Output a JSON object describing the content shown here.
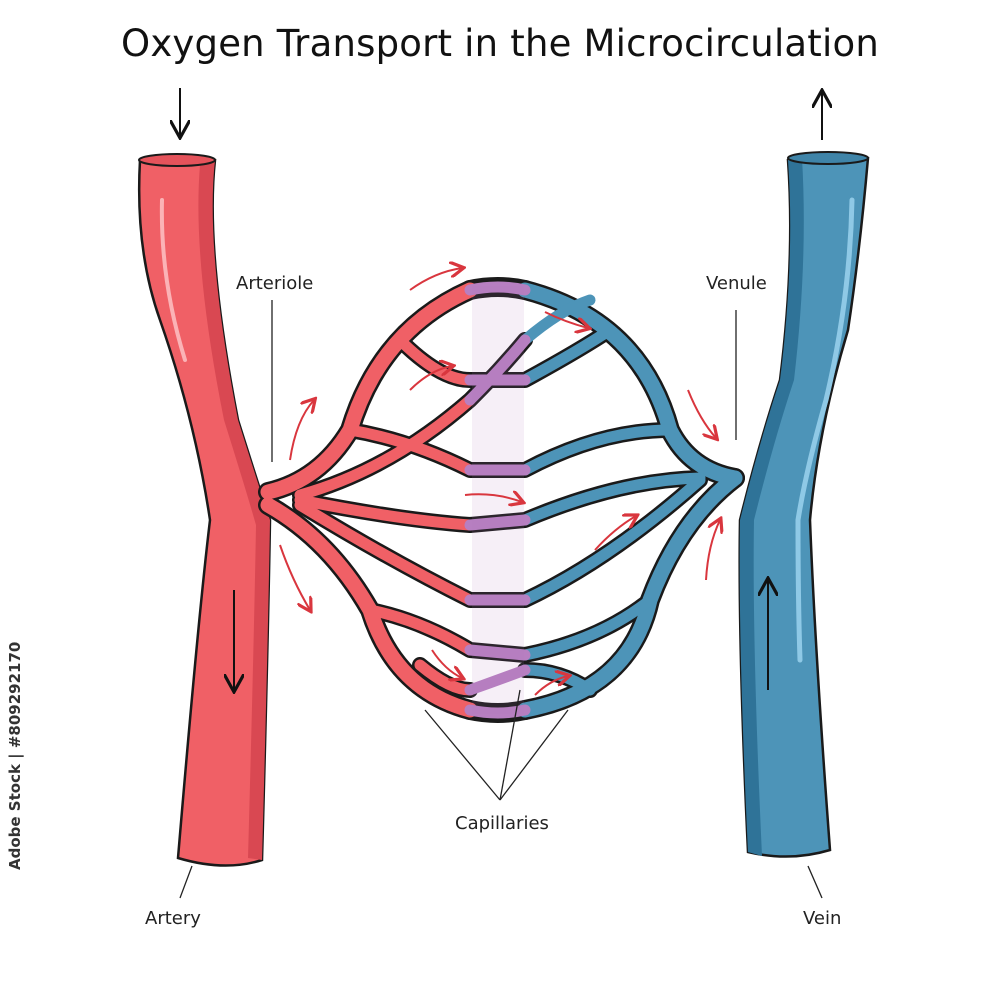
{
  "title": "Oxygen Transport in the Microcirculation",
  "labels": {
    "arteriole": "Arteriole",
    "venule": "Venule",
    "capillaries": "Capillaries",
    "artery": "Artery",
    "vein": "Vein"
  },
  "stock_id": "Adobe Stock | #809292170",
  "colors": {
    "arterial": "#f06066",
    "arterial_dark": "#d94852",
    "venous": "#4d94b8",
    "venous_dark": "#2f7398",
    "transition": "#b77fc1",
    "flow_arrow": "#d9363e",
    "outline": "#1a1a1a"
  },
  "icons": [
    "down-arrow-icon",
    "up-arrow-icon",
    "flow-arrow-icon"
  ]
}
